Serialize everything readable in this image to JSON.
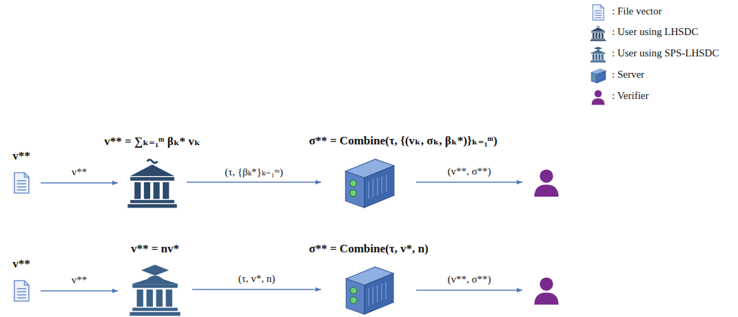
{
  "diagram": {
    "nodes": [
      {
        "text": [
          "v**"
        ]
      },
      {
        "text": [
          "v** = ∑ₖ₌₁ᵐ βₖ* vₖ"
        ]
      },
      {
        "text": [
          "σ** = Combine(τ, {(vₖ, σₖ, βₖ*)}ₖ₌₁ᵐ)"
        ]
      },
      {
        "text": []
      },
      {
        "text": [
          "v**"
        ]
      },
      {
        "text": [
          "v** = nv*"
        ]
      },
      {
        "text": [
          "σ** = Combine(τ, v*, n)"
        ]
      },
      {
        "text": []
      }
    ],
    "edges": [
      {
        "from": 0,
        "to": 1,
        "arrow": "to",
        "label": "v**"
      },
      {
        "from": 1,
        "to": 2,
        "arrow": "to",
        "label": "(τ, {βₖ*}ₖ₌₁ᵐ)"
      },
      {
        "from": 2,
        "to": 3,
        "arrow": "to",
        "label": "(v**, σ**)"
      },
      {
        "from": 4,
        "to": 5,
        "arrow": "to",
        "label": "v**"
      },
      {
        "from": 5,
        "to": 6,
        "arrow": "to",
        "label": "(τ, v*, n)"
      },
      {
        "from": 6,
        "to": 7,
        "arrow": "to",
        "label": "(v**, σ**)"
      }
    ],
    "legend": [
      {
        "text": ": File vector"
      },
      {
        "text": ": User using LHSDC"
      },
      {
        "text": ": User using SPS-LHSDC"
      },
      {
        "text": ": Server"
      },
      {
        "text": ": Verifier"
      }
    ]
  }
}
